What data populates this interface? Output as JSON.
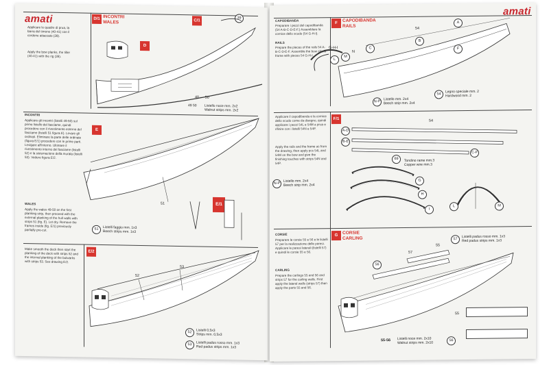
{
  "left": {
    "brand": "amati",
    "top_text": "Applicare le quadre di prua, la barra del timone (40-41) con il cordone attaccato (39).",
    "top_text_en": "Apply the bow planks, the tiller (40-41) with the rig (39).",
    "d1_badge": "D/1",
    "d1_title": "INCONTRI",
    "d1_title_en": "WALES",
    "d_badge": "D",
    "c1_badge": "C/1",
    "n39": "39",
    "n40_50": "40 — 50",
    "wale_caption_num": "49 50",
    "wale_caption_1": "Listello noce mm. 2x2",
    "wale_caption_2": "Walnut strips mm. 2x2",
    "incontri_title": "INCONTRI",
    "incontri_text": "Applicare gli incontri (listelli 49-50) sul primo listello del fasciame, quindi procedere con il rivestimento esterno del fasciame (listelli 51 figura E). Levare gli ordinati. Eliminare la parte delle ordinate (figura E/1) procedere con le prime parti. Levigare all'interno. Ultimare il rivestimento interno del fasciame (listelli 52) e la sistemazione della murata (listelli 53). Vedere figura E/2.",
    "e_badge": "E",
    "n51": "51",
    "e1_badge": "E/1",
    "wales_title": "WALES",
    "wales_text": "Apply the wales 49-50 on the first planking strip, then proceed with the external planking of the hull walls with strips 51 (fig. E). Let dry. Remove the frames inside (fig. E/1) previously partially pre-cut.",
    "cap51_num": "51",
    "cap51_1": "Listelli faggio mm. 1x3",
    "cap51_2": "Beech strips mm. 1x3",
    "deck_text": "Make smooth the deck then start the planking of the deck with strips 52 and the internal planking of the bulwarks with strips 53. See drawing E/2.",
    "e2_badge": "E/2",
    "n52": "52",
    "n53": "53",
    "cap52_num": "52",
    "cap52_1": "Listelli 0,5x3",
    "cap52_2": "Strips mm. 0,5x3",
    "cap53_num": "53",
    "cap53_1": "Listelli padus rosso mm. 1x3",
    "cap53_2": "Red padus strips mm. 1x3"
  },
  "right": {
    "brand": "amati",
    "capo_title": "CAPODIBANDA",
    "capo_text": "Preparare i pezzi del capodibanda (54 A-B-C-D-E-F.) Assemblare la cornice dello scudo (54 G-H-I).",
    "rails_title": "RAILS",
    "rails_text": "Prepare the pieces of the rails 54 A-B-C-D-E-F. Assemble the bow shield frame with pieces 54 G-H-I.",
    "f_badge": "F",
    "f_title": "CAPODIBANDA",
    "f_title_en": "RAILS",
    "n54": "54",
    "lA": "A",
    "lB": "B",
    "lC": "C",
    "lF": "F",
    "lGHI": "G-H-I",
    "lL": "L",
    "lM": "M",
    "lN": "N",
    "cap54_num": "54",
    "cap54_1": "Legno speciale mm. 2",
    "cap54_2": "Hardwood mm. 2",
    "mid_text_it": "Applicare il capodibanda e la cornice dello scudo come da disegno, quindi applicare i pezzi 54L e 54M a prua e rifinire con i listelli 54N e 54P.",
    "mid_text_en": "Apply the rails and the frame as from the drawing, then apply pcs 54L and 54M on the bow and give the finishing touches with strips 54N and 54P.",
    "capNP_num": "N-P",
    "capNP_1": "Listello mm. 2x4",
    "capNP_2": "Beech strip mm. 2x4",
    "capNP2_num": "N-P",
    "capNP2_1": "Listello mm. 2x4",
    "capNP2_2": "Beech strip mm. 2x4",
    "f1_badge": "F/1",
    "f1_54": "54",
    "f1_AD": "A-D",
    "f1_BE": "B-E",
    "f1_CF": "C-F",
    "f1_69": "69",
    "f1_note_1": "Tondino rame mm.3",
    "f1_note_2": "Copper wire mm.3",
    "f1_G": "G",
    "f1_H": "H",
    "f1_I": "I",
    "f1_L": "L",
    "f1_M": "M",
    "corsie_title": "CORSIE",
    "corsie_text": "Preparare le corsie 55 e 56 e le listelli 57 per la realizzazione delle paresi. Applicare le paresi laterali (listelli 57) e quindi le corsie 55 e 56.",
    "carling_title": "CARLING",
    "carling_text": "Prepare the carlings 55 and 56 and strips 57 for the carling walls. First apply the lateral walls (strips 57) then apply the parts 55 and 56.",
    "g_badge": "G",
    "g_title": "CORSIE",
    "g_title_en": "CARLING",
    "n55": "55",
    "n56": "56",
    "n57": "57",
    "cap57_num": "57",
    "cap57_1": "Listelli padus rosso mm. 1x3",
    "cap57_2": "Red padus strips mm. 1x3",
    "n55b": "55",
    "n5556": "55-56",
    "cap56_num": "56",
    "cap56_1": "Listelli noce mm. 2x10",
    "cap56_2": "Walnut strips mm. 2x10"
  },
  "colors": {
    "accent_red": "#d7352f",
    "brand_red": "#c8262d",
    "paper": "#f4f4f1"
  }
}
